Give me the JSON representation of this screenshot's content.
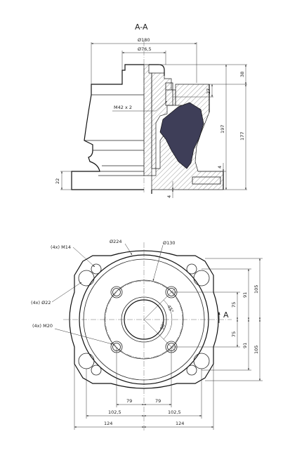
{
  "section": {
    "title": "A-A",
    "labels": {
      "d180": "Ø180",
      "d76": "Ø76,5",
      "thread": "M42 x 2",
      "h38": "38",
      "h27": "27",
      "h197": "197",
      "h177": "177",
      "h4r": "4",
      "h22": "22",
      "h4b": "4"
    }
  },
  "plan": {
    "labels": {
      "m14": "(4x) M14",
      "d224": "Ø224",
      "d130": "Ø130",
      "d22": "(4x) Ø22",
      "m20": "(4x) M20",
      "a45": "45°",
      "a90": "90°",
      "arrowA": "A",
      "v75a": "75",
      "v91a": "91",
      "v105a": "105",
      "v75b": "75",
      "v91b": "91",
      "v105b": "105",
      "h79a": "79",
      "h79b": "79",
      "h1025a": "102,5",
      "h1025b": "102,5",
      "h124a": "124",
      "h124b": "124"
    }
  }
}
